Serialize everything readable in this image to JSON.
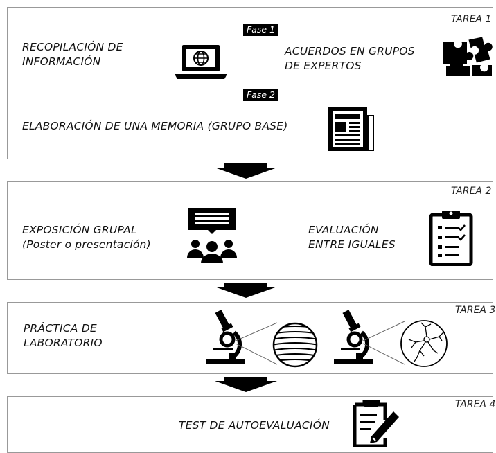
{
  "tarea1": {
    "tag": "TAREA 1",
    "fase1": "Fase 1",
    "fase2": "Fase 2",
    "recopilacion": [
      "RECOPILACIÓN DE",
      "INFORMACIÓN"
    ],
    "acuerdos": [
      "ACUERDOS EN GRUPOS",
      "DE EXPERTOS"
    ],
    "elaboracion": "ELABORACIÓN DE UNA MEMORIA (GRUPO BASE)",
    "icons": [
      "laptop-globe-icon",
      "puzzle-icon",
      "newspaper-icon"
    ]
  },
  "tarea2": {
    "tag": "TAREA 2",
    "exposicion": [
      "EXPOSICIÓN GRUPAL",
      "(Poster o presentación)"
    ],
    "evaluacion": [
      "EVALUACIÓN",
      "ENTRE IGUALES"
    ],
    "icons": [
      "group-presentation-icon",
      "clipboard-checklist-icon"
    ]
  },
  "tarea3": {
    "tag": "TAREA 3",
    "practica": [
      "PRÁCTICA DE",
      "LABORATORIO"
    ],
    "icons": [
      "microscope-icon",
      "striated-tissue-icon",
      "microscope-icon",
      "neuron-icon"
    ]
  },
  "tarea4": {
    "tag": "TAREA 4",
    "test": "TEST DE AUTOEVALUACIÓN",
    "icons": [
      "clipboard-pencil-icon"
    ]
  },
  "colors": {
    "ink": "#111111",
    "border": "#999999",
    "arrow": "#000000"
  }
}
